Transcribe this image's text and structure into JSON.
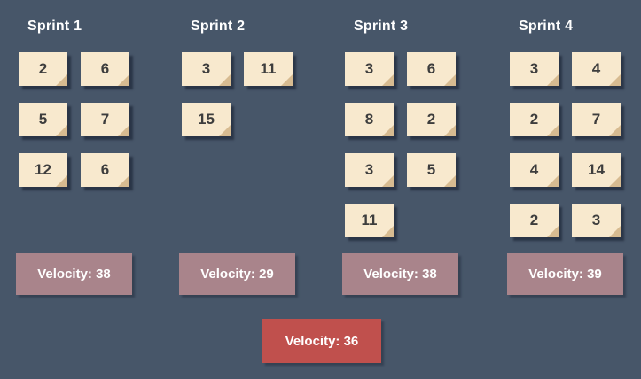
{
  "colors": {
    "background": "#475669",
    "note_fill": "#f8e9ce",
    "note_fold": "#d7bb91",
    "note_text": "#3d3d3d",
    "velocity_badge": "#a9848b",
    "average_badge": "#c0504d",
    "title_text": "#ffffff"
  },
  "sprints": [
    {
      "title": "Sprint 1",
      "notes": [
        "2",
        "6",
        "5",
        "7",
        "12",
        "6"
      ],
      "velocity_label": "Velocity: 38"
    },
    {
      "title": "Sprint 2",
      "notes": [
        "3",
        "11",
        "15"
      ],
      "velocity_label": "Velocity: 29"
    },
    {
      "title": "Sprint 3",
      "notes": [
        "3",
        "6",
        "8",
        "2",
        "3",
        "5",
        "11"
      ],
      "velocity_label": "Velocity: 38"
    },
    {
      "title": "Sprint 4",
      "notes": [
        "3",
        "4",
        "2",
        "7",
        "4",
        "14",
        "2",
        "3"
      ],
      "velocity_label": "Velocity: 39"
    }
  ],
  "average": {
    "label": "Velocity: 36"
  }
}
